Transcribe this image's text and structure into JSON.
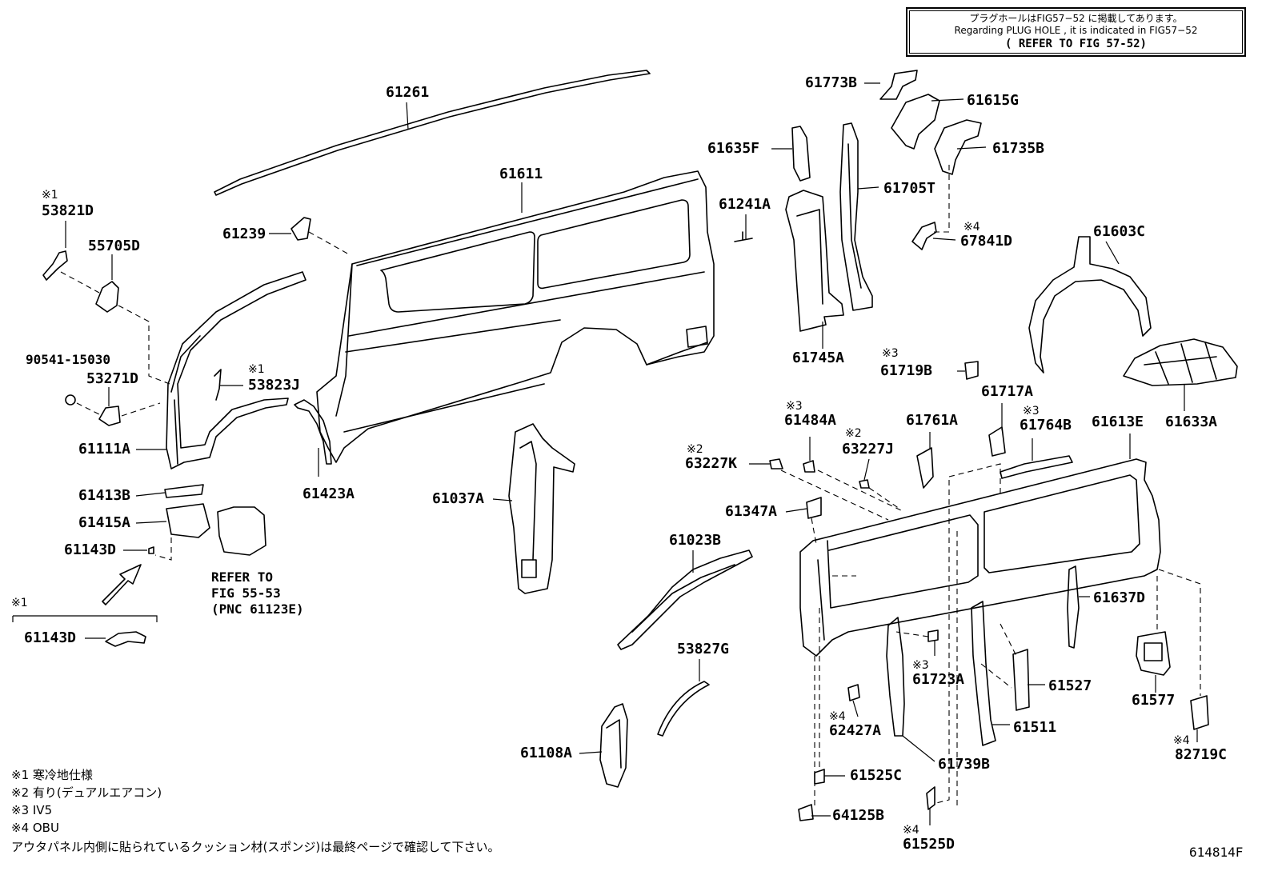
{
  "notice": {
    "line1": "プラグホールはFIG57−52 に掲載してあります。",
    "line2": "Regarding PLUG HOLE , it is indicated in FIG57−52",
    "line3": "( REFER TO FIG 57-52)"
  },
  "parts": {
    "p61261": "61261",
    "p61611": "61611",
    "p61239": "61239",
    "p53821D": "53821D",
    "p55705D": "55705D",
    "p90541": "90541-15030",
    "p53271D": "53271D",
    "p53823J": "53823J",
    "p61111A": "61111A",
    "p61423A": "61423A",
    "p61413B": "61413B",
    "p61415A": "61415A",
    "p61143D_a": "61143D",
    "p61143D_b": "61143D",
    "p61037A": "61037A",
    "p61023B": "61023B",
    "p53827G": "53827G",
    "p61108A": "61108A",
    "p61773B": "61773B",
    "p61615G": "61615G",
    "p61635F": "61635F",
    "p61735B": "61735B",
    "p61705T": "61705T",
    "p61241A": "61241A",
    "p67841D": "67841D",
    "p61745A": "61745A",
    "p61603C": "61603C",
    "p61719B": "61719B",
    "p61633A": "61633A",
    "p61484A": "61484A",
    "p61717A": "61717A",
    "p61761A": "61761A",
    "p61764B": "61764B",
    "p61613E": "61613E",
    "p63227K": "63227K",
    "p63227J": "63227J",
    "p61347A": "61347A",
    "p61637D": "61637D",
    "p61723A": "61723A",
    "p61527": "61527",
    "p62427A": "62427A",
    "p61577": "61577",
    "p61511": "61511",
    "p61739B": "61739B",
    "p82719C": "82719C",
    "p61525C": "61525C",
    "p64125B": "64125B",
    "p61525D": "61525D"
  },
  "marks": {
    "m1": "※1",
    "m2": "※2",
    "m3": "※3",
    "m4": "※4"
  },
  "refer": {
    "line1": "REFER TO",
    "line2": "FIG 55-53",
    "line3": "(PNC 61123E)"
  },
  "legend": {
    "l1": "※1 寒冷地仕様",
    "l2": "※2 有り(デュアルエアコン)",
    "l3": "※3 IV5",
    "l4": "※4 OBU",
    "l5": "アウタパネル内側に貼られているクッション材(スポンジ)は最終ページで確認して下さい。"
  },
  "figure_code": "614814F"
}
